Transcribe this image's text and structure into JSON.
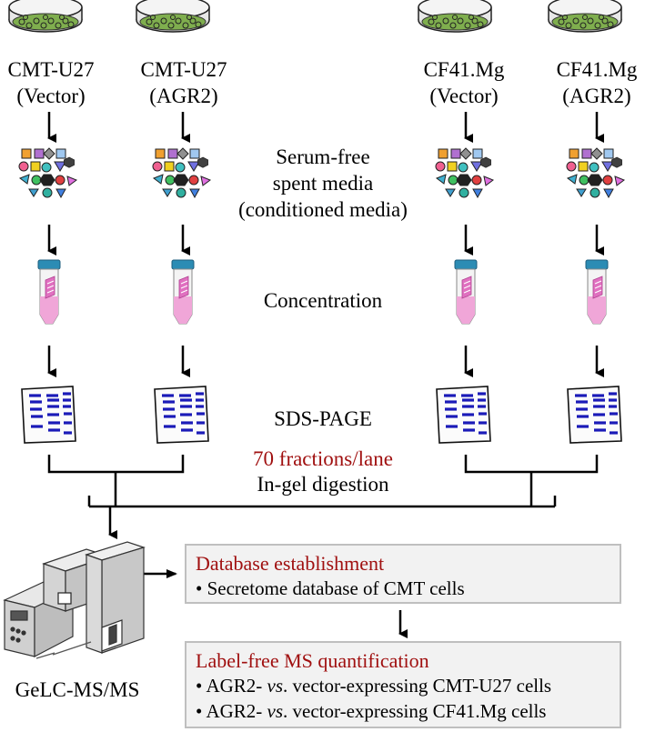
{
  "columns": [
    {
      "line1": "CMT-U27",
      "line2": "(Vector)"
    },
    {
      "line1": "CMT-U27",
      "line2": "(AGR2)"
    },
    {
      "line1": "CF41.Mg",
      "line2": "(Vector)"
    },
    {
      "line1": "CF41.Mg",
      "line2": "(AGR2)"
    }
  ],
  "steps": {
    "media": [
      "Serum-free",
      "spent media",
      "(conditioned media)"
    ],
    "concentration": "Concentration",
    "sds": "SDS-PAGE",
    "fractions": "70 fractions/lane",
    "digestion": "In-gel digestion",
    "instrument": "GeLC-MS/MS"
  },
  "database_box": {
    "title": "Database establishment",
    "items": [
      "• Secretome database of CMT cells"
    ]
  },
  "quant_box": {
    "title": "Label-free MS quantification",
    "items": [
      {
        "prefix": "• AGR2- ",
        "italic": "vs",
        "suffix": ". vector-expressing CMT-U27 cells"
      },
      {
        "prefix": "• AGR2- ",
        "italic": "vs",
        "suffix": ". vector-expressing CF41.Mg cells"
      }
    ]
  },
  "colors": {
    "accent_red": "#a01010",
    "gel_band": "#1a1ab8",
    "tube_liquid": "#f0a6d8",
    "tube_cap": "#2c8cb4",
    "box_bg": "#f2f2f2"
  }
}
